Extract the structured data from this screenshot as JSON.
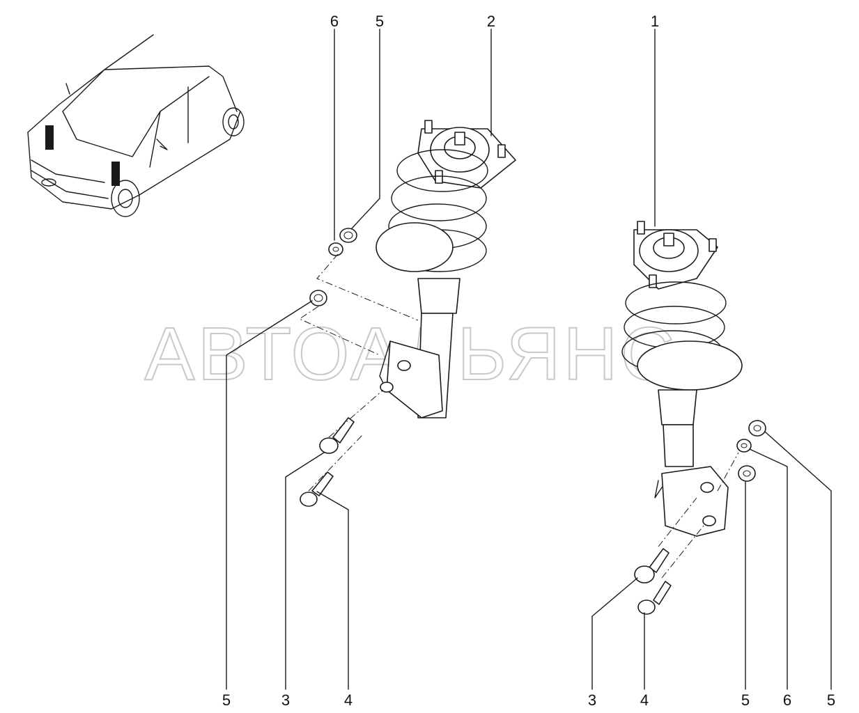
{
  "watermark": "АВТОАЛЬЯНС",
  "callouts": [
    {
      "id": "c6-left-top",
      "label": "6"
    },
    {
      "id": "c5-left-top",
      "label": "5"
    },
    {
      "id": "c2",
      "label": "2"
    },
    {
      "id": "c1",
      "label": "1"
    },
    {
      "id": "c5-left-bottom",
      "label": "5"
    },
    {
      "id": "c3-left",
      "label": "3"
    },
    {
      "id": "c4-left",
      "label": "4"
    },
    {
      "id": "c3-right",
      "label": "3"
    },
    {
      "id": "c4-right",
      "label": "4"
    },
    {
      "id": "c5-right-a",
      "label": "5"
    },
    {
      "id": "c6-right",
      "label": "6"
    },
    {
      "id": "c5-right-b",
      "label": "5"
    }
  ],
  "colors": {
    "line": "#1a1a1a",
    "watermark": "#c8c8c8",
    "background": "#ffffff"
  }
}
